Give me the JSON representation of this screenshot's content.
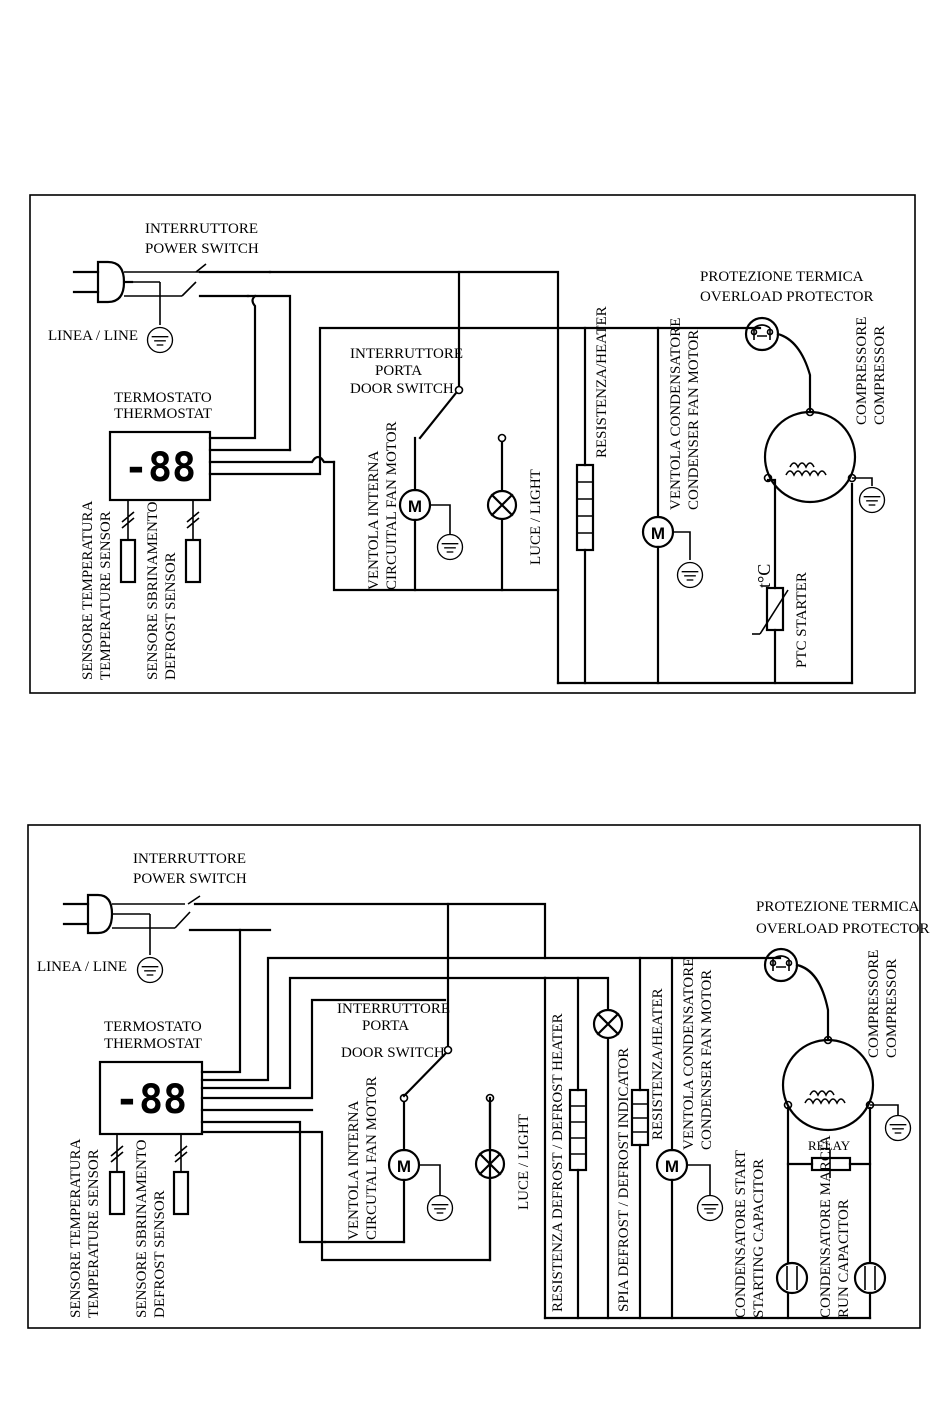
{
  "diagram1": {
    "power_switch": [
      "INTERRUTTORE",
      "POWER SWITCH"
    ],
    "line": "LINEA / LINE",
    "thermostat": [
      "TERMOSTATO",
      "THERMOSTAT"
    ],
    "display": "-88",
    "door_switch": [
      "INTERRUTTORE",
      "PORTA",
      "DOOR SWITCH"
    ],
    "overload": [
      "PROTEZIONE TERMICA",
      "OVERLOAD PROTECTOR"
    ],
    "heater": "RESISTENZA/HEATER",
    "condenser_fan": [
      "VENTOLA CONDENSATORE",
      "CONDENSER FAN MOTOR"
    ],
    "compressor": [
      "COMPRESSORE",
      "COMPRESSOR"
    ],
    "fan": [
      "VENTOLA INTERNA",
      "CIRCUITAL FAN MOTOR"
    ],
    "light": "LUCE / LIGHT",
    "temp_sensor": [
      "SENSORE TEMPERATURA",
      "TEMPERATURE SENSOR"
    ],
    "defrost_sensor": [
      "SENSORE SBRINAMENTO",
      "DEFROST SENSOR"
    ],
    "ptc_symbol": "t°C",
    "ptc": "PTC STARTER",
    "motor_letter": "M"
  },
  "diagram2": {
    "power_switch": [
      "INTERRUTTORE",
      "POWER SWITCH"
    ],
    "line": "LINEA / LINE",
    "thermostat": [
      "TERMOSTATO",
      "THERMOSTAT"
    ],
    "display": "-88",
    "door_switch": [
      "INTERRUTTORE",
      "PORTA",
      "DOOR SWITCH"
    ],
    "overload": [
      "PROTEZIONE TERMICA",
      "OVERLOAD PROTECTOR"
    ],
    "compressor": [
      "COMPRESSORE",
      "COMPRESSOR"
    ],
    "relay": "RELAY",
    "fan": [
      "VENTOLA INTERNA",
      "CIRCUTAL FAN MOTOR"
    ],
    "light": "LUCE / LIGHT",
    "defrost_heater": "RESISTENZA DEFROST / DEFROST HEATER",
    "defrost_indicator": "SPIA DEFROST / DEFROST INDICATOR",
    "heater": "RESISTENZA/HEATER",
    "condenser_fan": [
      "VENTOLA CONDENSATORE",
      "CONDENSER FAN MOTOR"
    ],
    "start_cap": [
      "CONDENSATORE START",
      "STARTING CAPACITOR"
    ],
    "run_cap": [
      "CONDENSATORE MARCIA",
      "RUN CAPACITOR"
    ],
    "temp_sensor": [
      "SENSORE TEMPERATURA",
      "TEMPERATURE SENSOR"
    ],
    "defrost_sensor": [
      "SENSORE SBRINAMENTO",
      "DEFROST SENSOR"
    ],
    "motor_letter": "M"
  }
}
